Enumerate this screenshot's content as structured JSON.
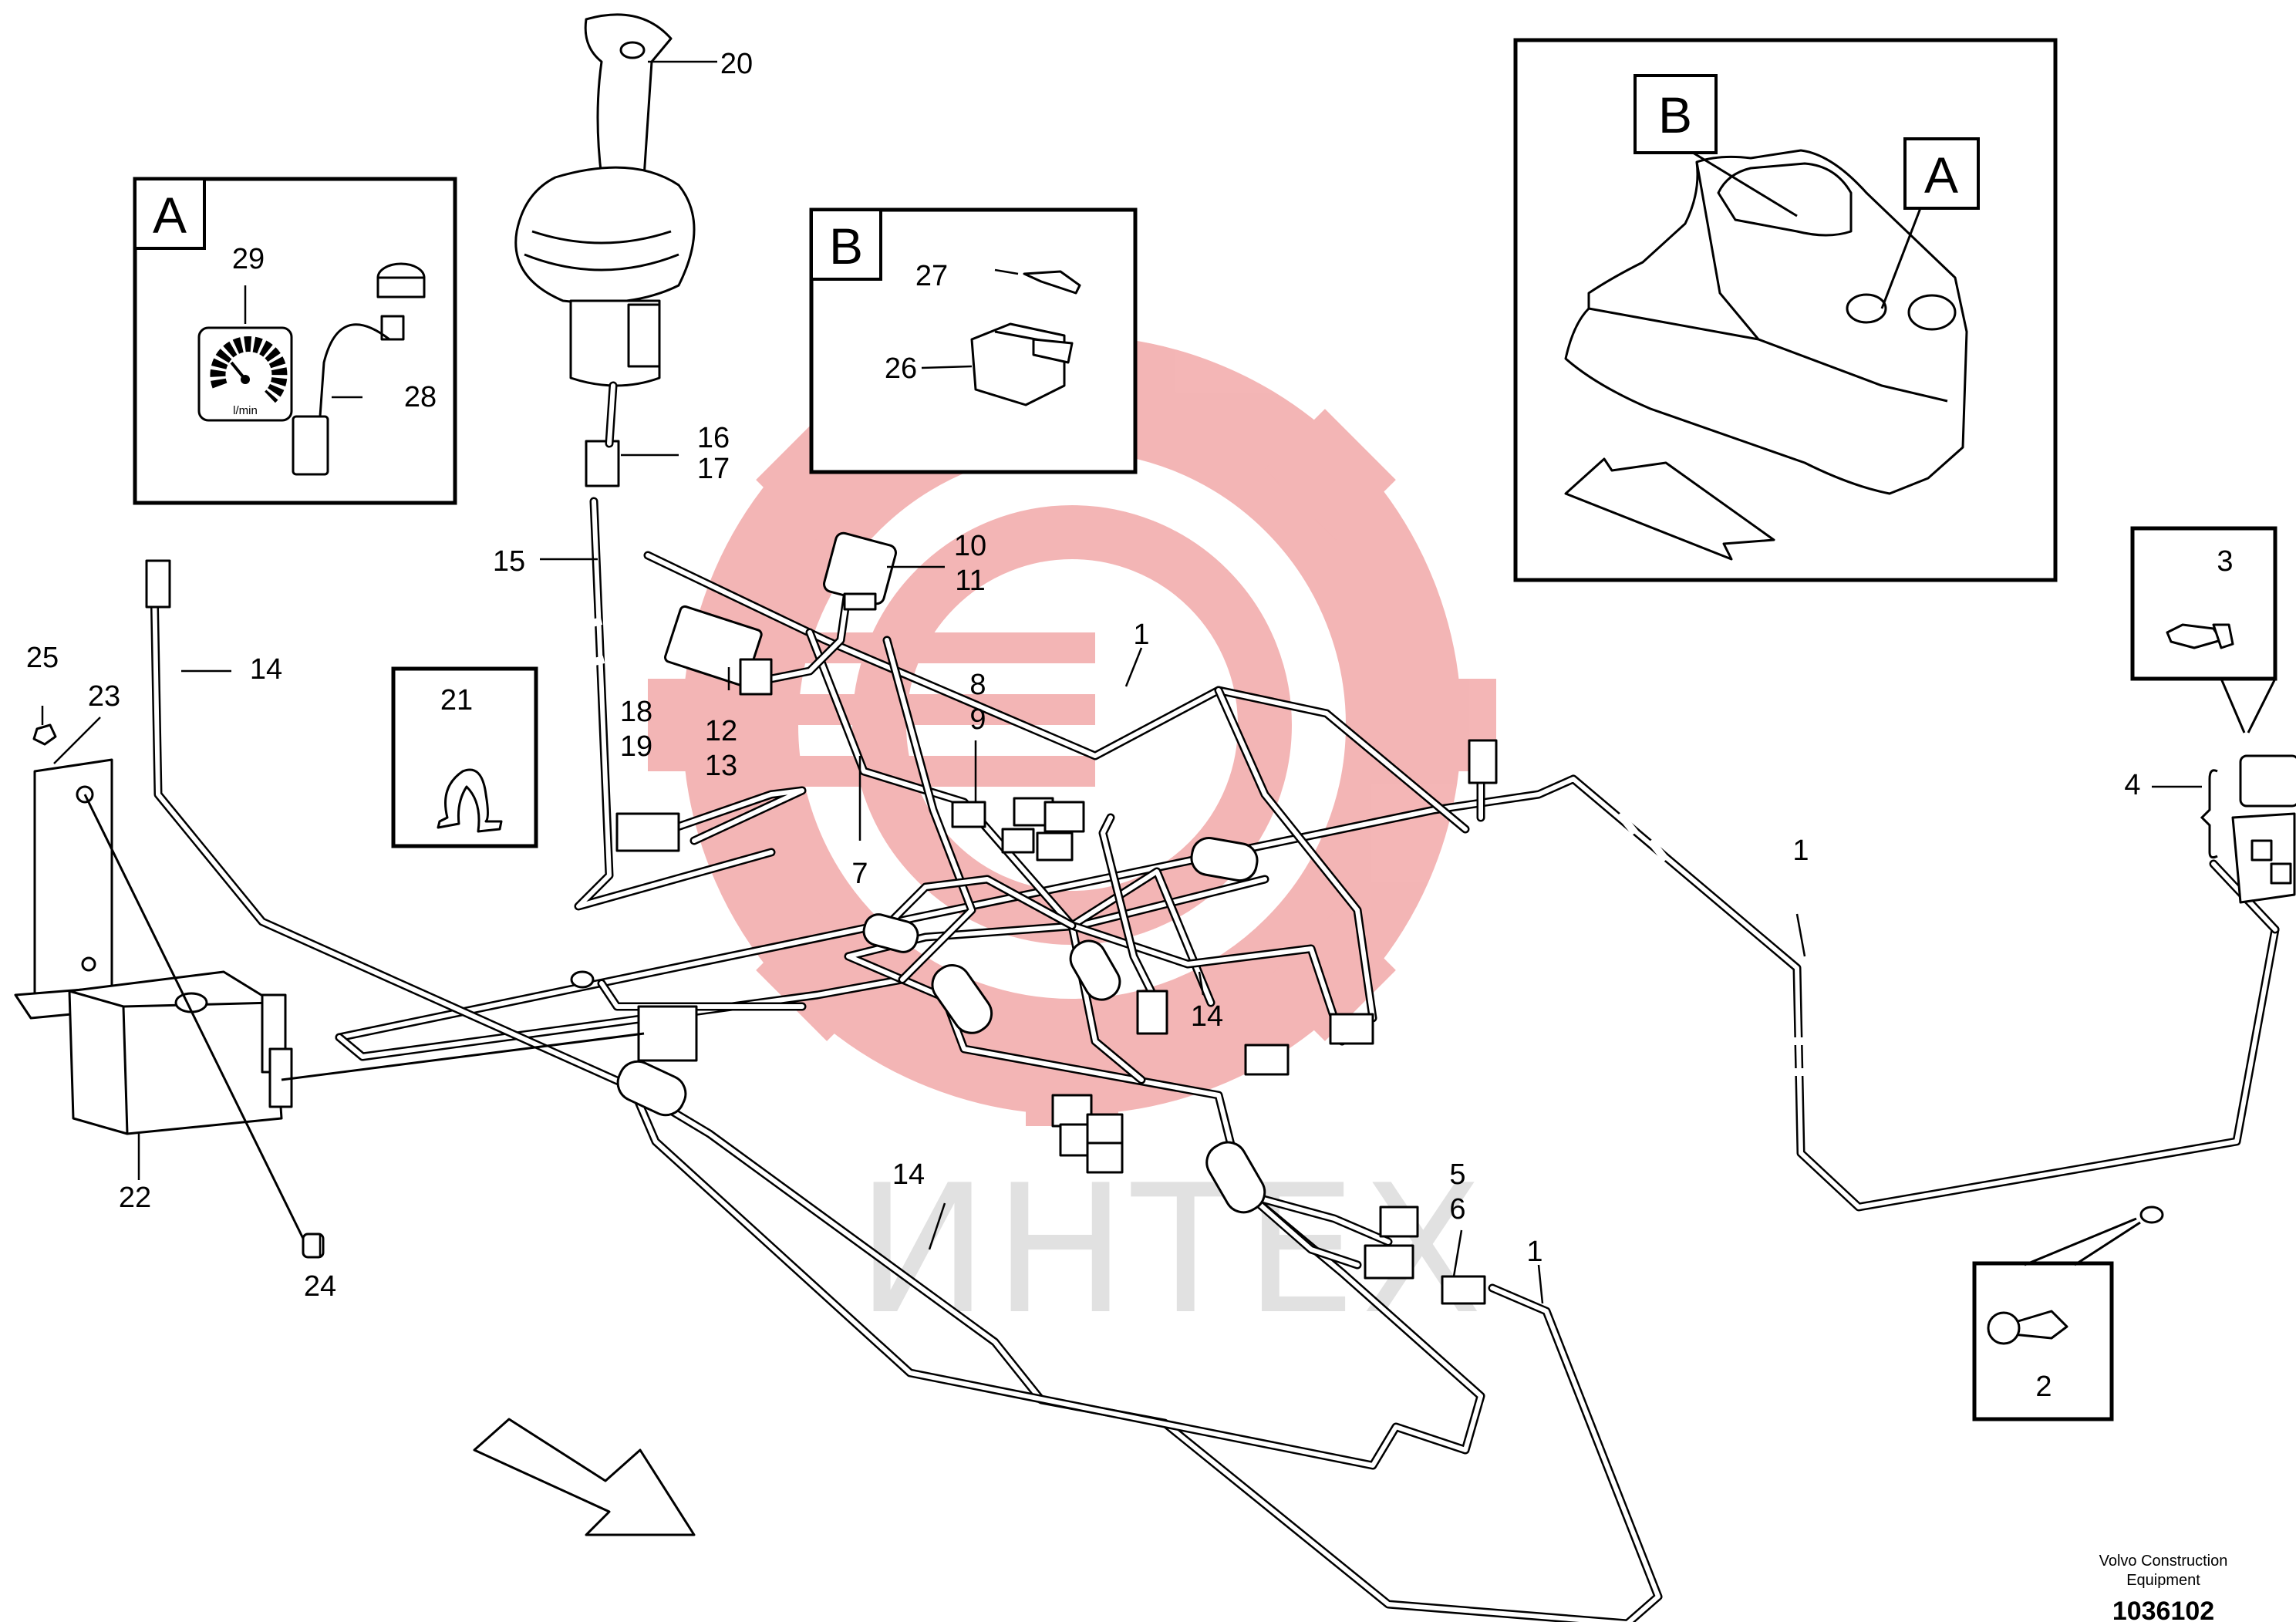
{
  "watermark": {
    "text": "ИНТЕХ",
    "logo_color": "#f2a9a9"
  },
  "footer": {
    "brand": "Volvo Construction",
    "brand_line2": "Equipment",
    "part_number": "1036102"
  },
  "detail_labels": {
    "a": "A",
    "b": "B"
  },
  "gauge_unit": "l/min",
  "callouts": [
    "1",
    "1",
    "1",
    "2",
    "3",
    "4",
    "5",
    "6",
    "7",
    "8",
    "9",
    "10",
    "11",
    "12",
    "13",
    "14",
    "14",
    "14",
    "15",
    "16",
    "17",
    "18",
    "19",
    "20",
    "21",
    "22",
    "23",
    "24",
    "25",
    "26",
    "27",
    "28",
    "29"
  ]
}
